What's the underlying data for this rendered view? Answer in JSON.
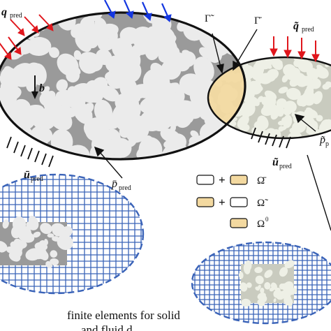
{
  "labels": {
    "q_pred_left": "q",
    "q_pred_left_sub": "pred",
    "q_pred_right": "q̃",
    "q_pred_right_sub": "pred",
    "b_vec": "b",
    "gamma_tilde": "Γ̃",
    "gamma_bar": "Γ̄",
    "u_pred_left": "ū",
    "u_pred_left_sub": "pred",
    "u_pred_right": "ũ",
    "u_pred_right_sub": "pred",
    "p_pred_left": "p̄",
    "p_pred_left_sub": "pred",
    "p_pred_right": "p̃",
    "p_pred_right_sub": "p"
  },
  "legend": {
    "row1_symbol": "Ω̄",
    "row2_symbol": "Ω̃",
    "row3_symbol": "Ω",
    "row3_sup": "0",
    "plus": "+"
  },
  "caption": {
    "line1": "finite elements for solid",
    "line2": "and fluid d"
  },
  "colors": {
    "red_arrow": "#e0161c",
    "blue_arrow": "#1437e0",
    "overlap_fill": "#f3d9a0",
    "mesh_blue": "#3a63b8",
    "grain_gray": "#9a9a9a",
    "grain_light": "#e9ece0"
  }
}
